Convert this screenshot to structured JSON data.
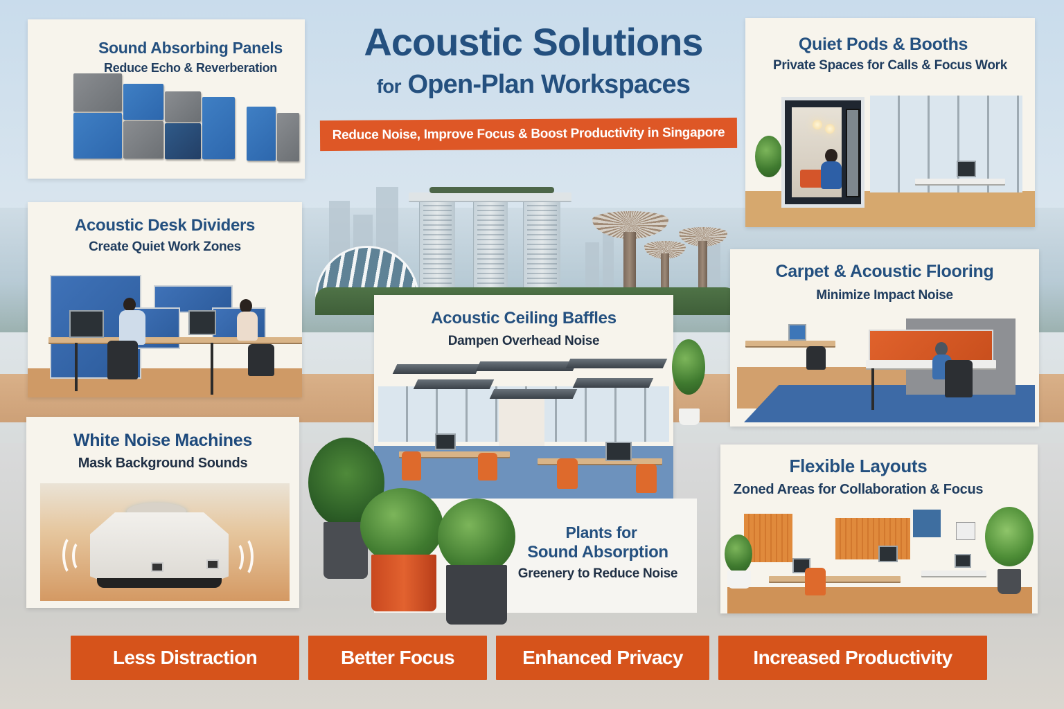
{
  "header": {
    "title_line1": "Acoustic Solutions",
    "title_line2_prefix": "for",
    "title_line2_main": "Open-Plan Workspaces",
    "tagline": "Reduce Noise, Improve Focus & Boost Productivity in Singapore"
  },
  "sections": [
    {
      "id": "panels",
      "title": "Sound Absorbing Panels",
      "subtitle": "Reduce Echo & Reverberation",
      "icon": "acoustic-panel-icon"
    },
    {
      "id": "pods",
      "title": "Quiet Pods & Booths",
      "subtitle": "Private Spaces for Calls & Focus Work",
      "icon": "phone-booth-icon"
    },
    {
      "id": "dividers",
      "title": "Acoustic Desk Dividers",
      "subtitle": "Create Quiet Work Zones",
      "icon": "desk-divider-icon"
    },
    {
      "id": "baffles",
      "title": "Acoustic Ceiling Baffles",
      "subtitle": "Dampen Overhead Noise",
      "icon": "ceiling-baffle-icon"
    },
    {
      "id": "flooring",
      "title": "Carpet & Acoustic Flooring",
      "subtitle": "Minimize Impact Noise",
      "icon": "carpet-icon"
    },
    {
      "id": "whitenoise",
      "title": "White Noise Machines",
      "subtitle": "Mask Background Sounds",
      "icon": "white-noise-machine-icon"
    },
    {
      "id": "plants",
      "title_line1": "Plants for",
      "title_line2": "Sound Absorption",
      "subtitle": "Greenery to Reduce Noise",
      "icon": "plant-icon"
    },
    {
      "id": "layouts",
      "title": "Flexible Layouts",
      "subtitle": "Zoned Areas for Collaboration & Focus",
      "icon": "office-layout-icon"
    }
  ],
  "benefits": [
    {
      "label": "Less Distraction"
    },
    {
      "label": "Better Focus"
    },
    {
      "label": "Enhanced Privacy"
    },
    {
      "label": "Increased Productivity"
    }
  ],
  "colors": {
    "heading_blue": "#24507f",
    "accent_orange": "#d6531b",
    "panel_bg": "#f7f4ec",
    "panel_blue": "#3f7fc4",
    "panel_gray": "#8a8d91"
  }
}
